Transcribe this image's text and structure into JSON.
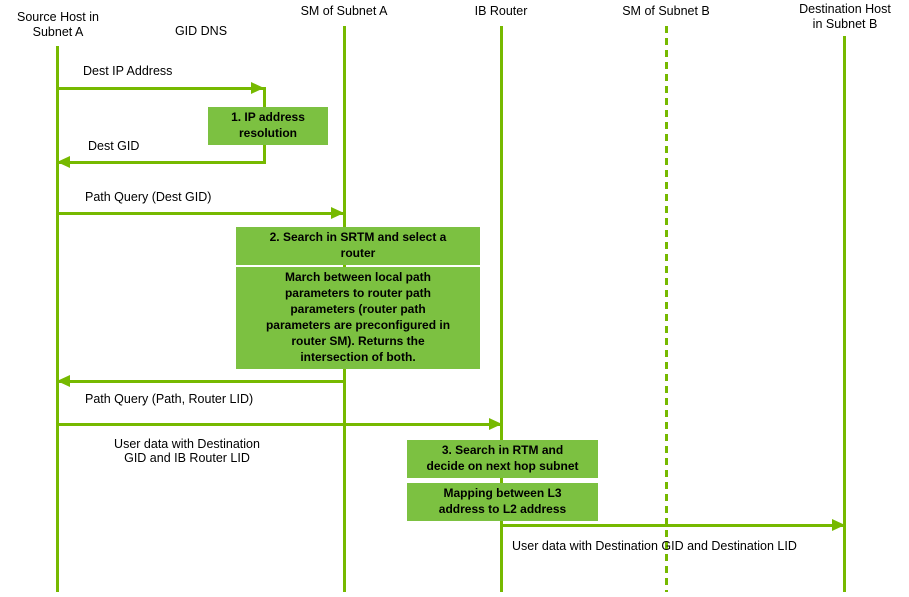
{
  "colors": {
    "accent": "#76b900",
    "box_fill": "#7cc141",
    "text": "#000000",
    "background": "#ffffff"
  },
  "lifelines": [
    {
      "label": "Source Host in\nSubnet A",
      "line_style": "solid"
    },
    {
      "label": "GID DNS",
      "line_style": "activation-only"
    },
    {
      "label": "SM of Subnet A",
      "line_style": "solid"
    },
    {
      "label": "IB Router",
      "line_style": "solid"
    },
    {
      "label": "SM of Subnet B",
      "line_style": "dashed"
    },
    {
      "label": "Destination Host\nin Subnet B",
      "line_style": "solid"
    }
  ],
  "messages": [
    {
      "label": "Dest IP Address",
      "from": "Source Host in Subnet A",
      "to": "GID DNS",
      "direction": "right"
    },
    {
      "label": "Dest GID",
      "from": "GID DNS",
      "to": "Source Host in Subnet A",
      "direction": "left"
    },
    {
      "label": "Path Query (Dest GID)",
      "from": "Source Host in Subnet A",
      "to": "SM of Subnet A",
      "direction": "right"
    },
    {
      "label": "Path Query (Path, Router LID)",
      "from": "SM of Subnet A",
      "to": "Source Host in Subnet A",
      "direction": "left"
    },
    {
      "label": "User data with Destination\nGID and IB Router LID",
      "from": "Source Host in Subnet A",
      "to": "IB Router",
      "direction": "right"
    },
    {
      "label": "User data with Destination GID and Destination LID",
      "from": "IB Router",
      "to": "Destination Host in Subnet B",
      "direction": "right"
    }
  ],
  "steps": [
    {
      "label": "1. IP address\nresolution",
      "at": "GID DNS"
    },
    {
      "label": "2. Search in SRTM and select a\nrouter",
      "at": "SM of Subnet A"
    },
    {
      "label": "March between local path\nparameters to router path\nparameters (router path\nparameters are preconfigured in\nrouter SM). Returns the\nintersection of both.",
      "at": "SM of Subnet A"
    },
    {
      "label": "3. Search in RTM and\ndecide on next hop subnet",
      "at": "IB Router"
    },
    {
      "label": "Mapping between L3\naddress to L2 address",
      "at": "IB Router"
    }
  ]
}
